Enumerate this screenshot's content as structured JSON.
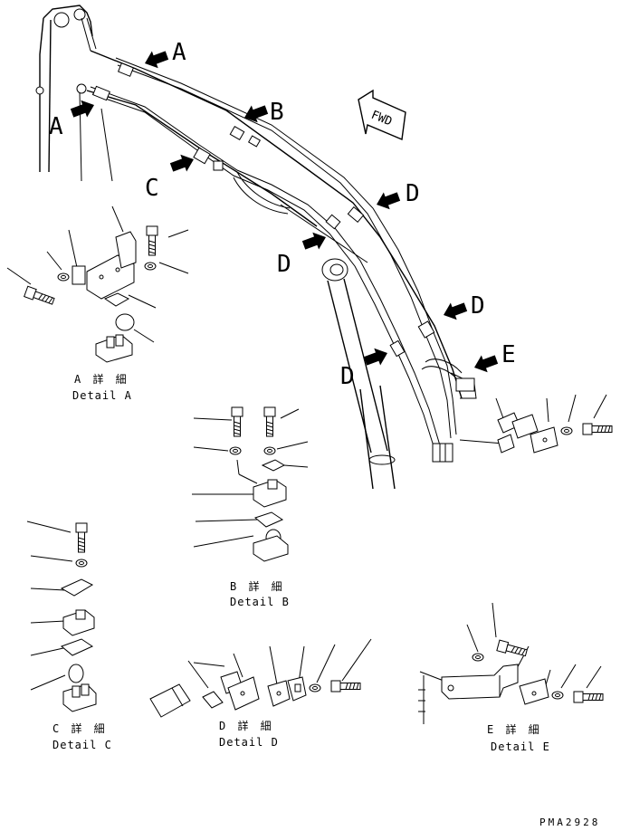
{
  "callouts": {
    "a_top": "A",
    "a_left": "A",
    "b": "B",
    "c": "C",
    "d_upper": "D",
    "d_middle": "D",
    "d_right": "D",
    "d_lower": "D",
    "e": "E"
  },
  "direction_tag": "FWD",
  "details": {
    "a": {
      "jp": "A 詳 細",
      "en": "Detail A"
    },
    "b": {
      "jp": "B 詳 細",
      "en": "Detail B"
    },
    "c": {
      "jp": "C 詳 細",
      "en": "Detail C"
    },
    "d": {
      "jp": "D 詳 細",
      "en": "Detail D"
    },
    "e": {
      "jp": "E 詳 細",
      "en": "Detail E"
    }
  },
  "drawing_code": "PMA2928"
}
